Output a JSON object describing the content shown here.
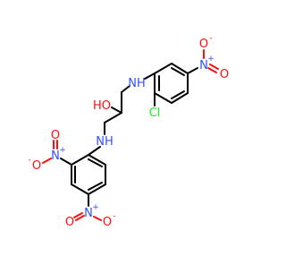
{
  "molecule": {
    "atoms": {
      "nh_top": "NH",
      "nh_bottom": "NH",
      "oh": "HO",
      "cl": "Cl",
      "n_nitro_top": "N",
      "n_nitro_left": "N",
      "n_nitro_bottom": "N",
      "o_top_minus": "O",
      "o_top_double": "O",
      "o_left_minus": "O",
      "o_left_double": "O",
      "o_bottom_minus": "O",
      "o_bottom_double": "O",
      "plus": "+",
      "minus": "-"
    },
    "colors": {
      "bond": "#000000",
      "nitrogen": "#3050F8",
      "oxygen": "#FF0D0D",
      "chlorine": "#1FF01F"
    }
  }
}
